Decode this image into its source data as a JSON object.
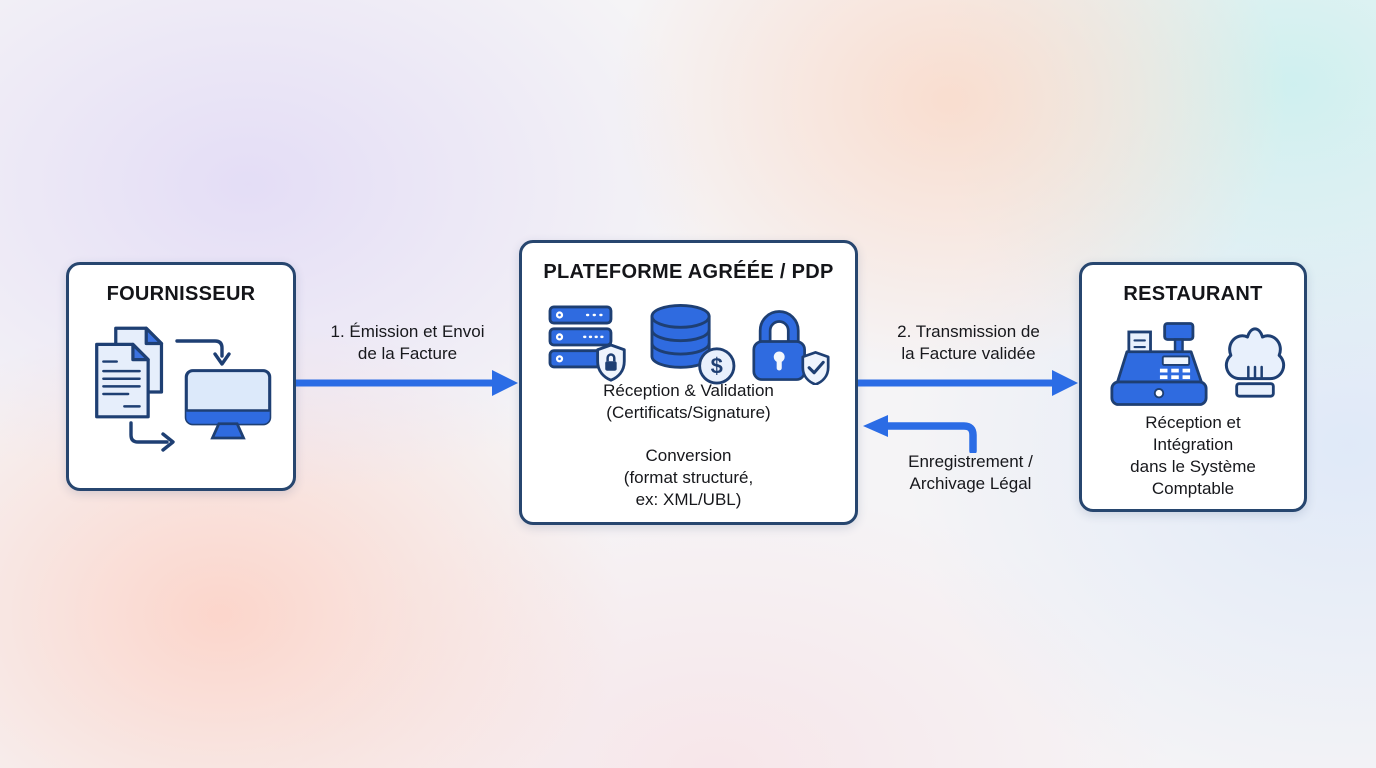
{
  "colors": {
    "arrow_blue": "#2b6ce5",
    "box_border_navy": "#27466f",
    "icon_blue": "#2f6be0",
    "icon_light_blue": "#e6eefb",
    "icon_outline_navy": "#1e3f73",
    "text_dark": "#17181c"
  },
  "supplier": {
    "title": "FOURNISSEUR",
    "icons": [
      "documents-icon",
      "monitor-icon",
      "curve-arrow-down-icon",
      "curve-arrow-right-icon"
    ]
  },
  "platform": {
    "title": "PLATEFORME AGRÉÉE / PDP",
    "caption1": "Réception & Validation",
    "caption2": "(Certificats/Signature)",
    "caption3": "Conversion",
    "caption4": "(format structuré,",
    "caption5": "ex: XML/UBL)",
    "icons": [
      "secured-server-icon",
      "database-dollar-icon",
      "padlock-check-icon"
    ]
  },
  "restaurant": {
    "title": "RESTAURANT",
    "caption1": "Réception et",
    "caption2": "Intégration",
    "caption3": "dans le Système",
    "caption4": "Comptable",
    "icons": [
      "cash-register-icon",
      "chef-hat-icon"
    ]
  },
  "flow1": {
    "label1": "1. Émission et Envoi",
    "label2": "de la Facture",
    "direction": "right"
  },
  "flow2": {
    "label1": "2. Transmission de",
    "label2": "la Facture validée",
    "direction": "right"
  },
  "flow3": {
    "label1": "Enregistrement /",
    "label2": "Archivage Légal",
    "direction": "left"
  }
}
